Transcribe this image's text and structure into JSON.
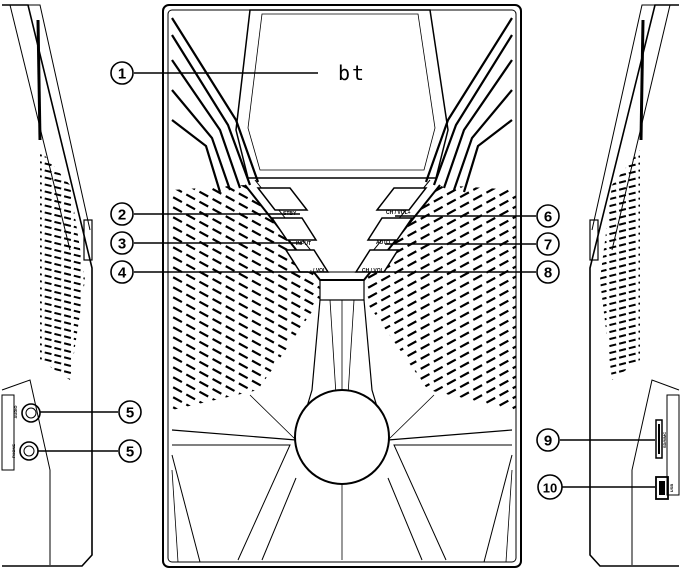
{
  "display": {
    "text": "bt"
  },
  "callouts": [
    "1",
    "2",
    "3",
    "4",
    "5",
    "5",
    "6",
    "7",
    "8",
    "9",
    "10"
  ],
  "buttons": {
    "left": [
      "STBY",
      "INPUT",
      "- / VOL"
    ],
    "right": [
      "CH / VOL+",
      "AUTO",
      "CH / VOL-"
    ]
  },
  "left_side": {
    "jack_top": "AUDIO",
    "jack_bottom": "PHONE"
  },
  "right_side": {
    "slot": "SD/MMC",
    "usb": "USB"
  },
  "colors": {
    "line": "#000000",
    "background": "#ffffff"
  }
}
